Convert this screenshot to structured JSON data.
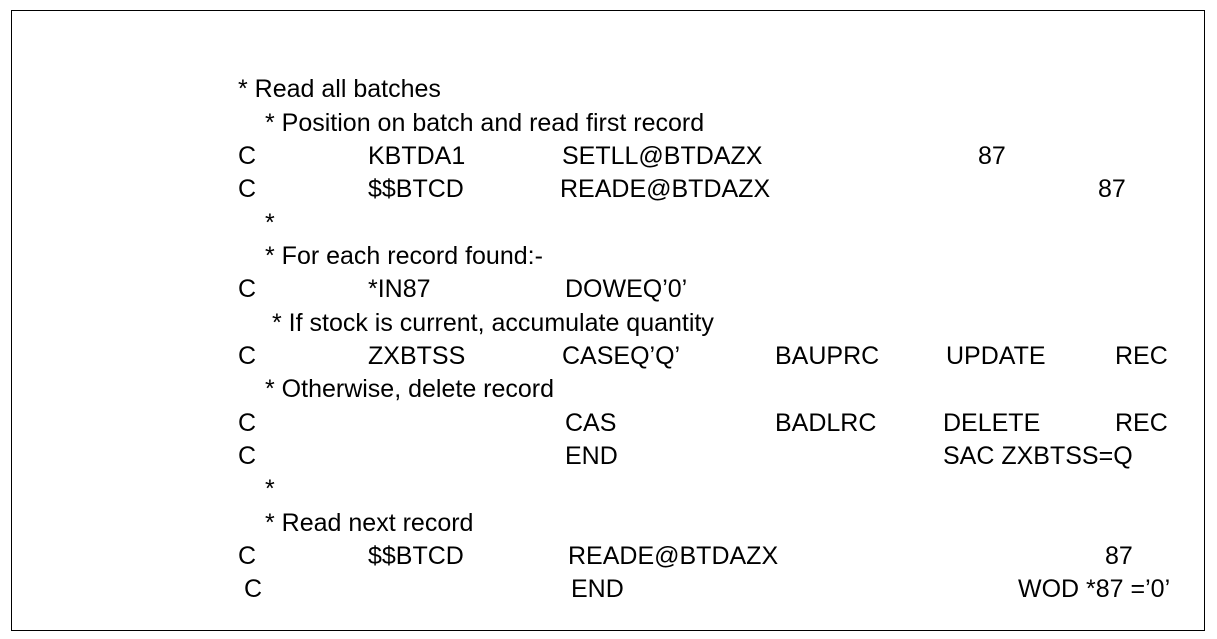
{
  "lines": [
    {
      "cols": [
        "* Read all batches"
      ]
    },
    {
      "cols": [
        "* Position on batch and read first record"
      ]
    },
    {
      "cols": [
        "C",
        "KBTDA1",
        "SETLL@BTDAZX",
        "87"
      ]
    },
    {
      "cols": [
        "C",
        "$$BTCD",
        "READE@BTDAZX",
        "87"
      ]
    },
    {
      "cols": [
        "*"
      ]
    },
    {
      "cols": [
        "* For each record found:-"
      ]
    },
    {
      "cols": [
        "C",
        "*IN87",
        "DOWEQ’0’"
      ]
    },
    {
      "cols": [
        "* If stock is current, accumulate quantity"
      ]
    },
    {
      "cols": [
        "C",
        "ZXBTSS",
        "CASEQ’Q’",
        "BAUPRC",
        "UPDATE",
        "REC"
      ]
    },
    {
      "cols": [
        "* Otherwise, delete record"
      ]
    },
    {
      "cols": [
        "C",
        "CAS",
        "BADLRC",
        "DELETE",
        "REC"
      ]
    },
    {
      "cols": [
        "C",
        "END",
        "SAC ZXBTSS=Q"
      ]
    },
    {
      "cols": [
        "*"
      ]
    },
    {
      "cols": [
        "* Read next record"
      ]
    },
    {
      "cols": [
        "C",
        "$$BTCD",
        "READE@BTDAZX",
        "87"
      ]
    },
    {
      "cols": [
        "C",
        "END",
        "WOD *87 =’0’"
      ]
    }
  ]
}
